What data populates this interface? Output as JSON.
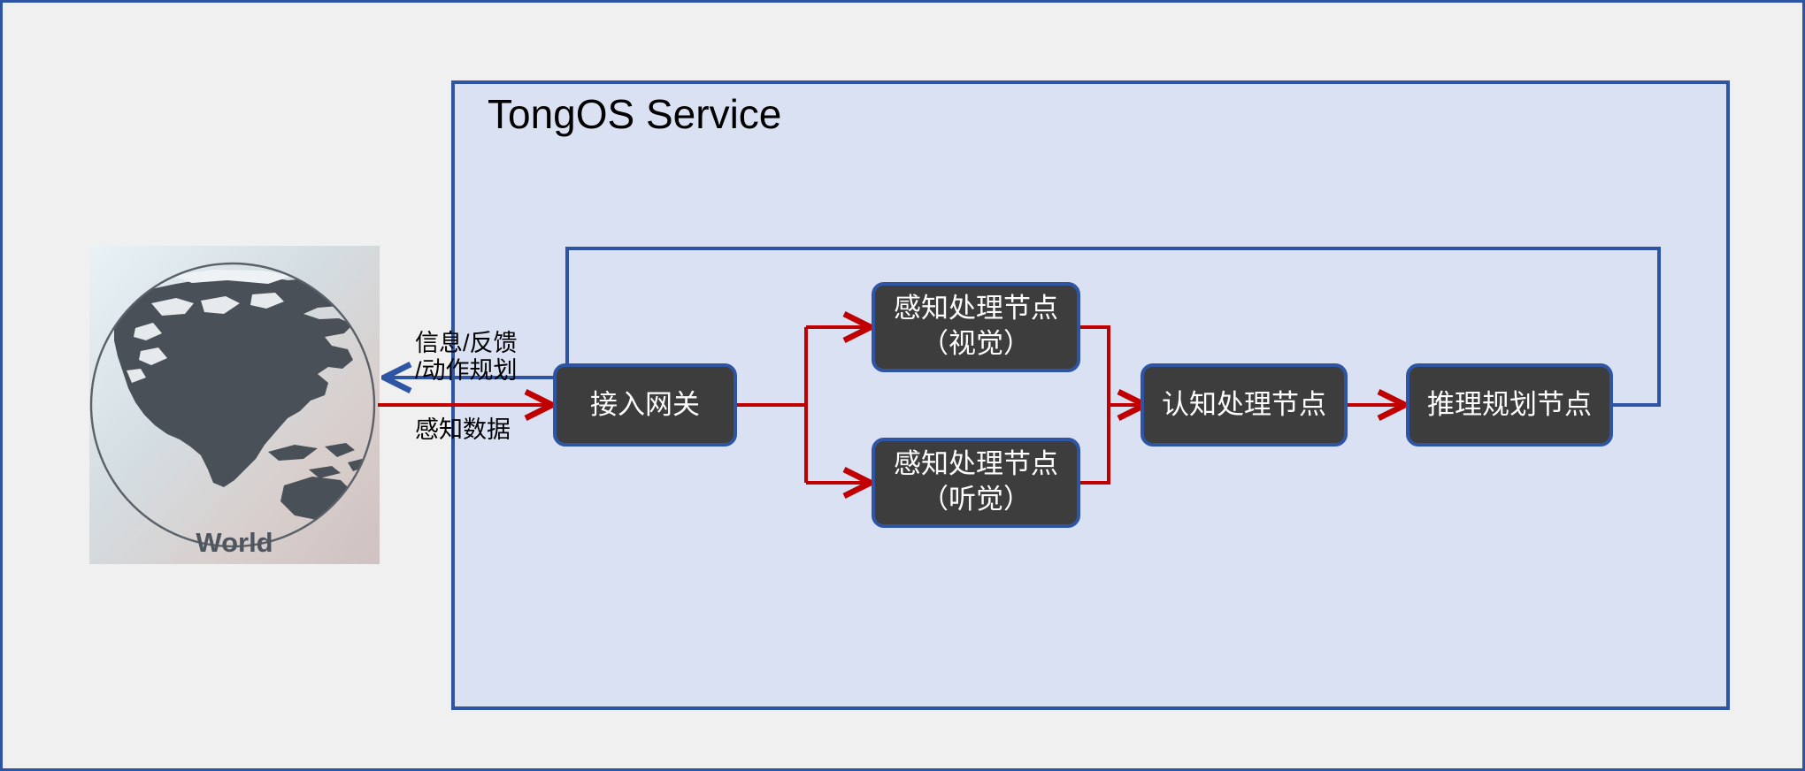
{
  "page": {
    "background_color": "#f0f0f0",
    "border_color": "#2e55a3"
  },
  "container": {
    "title": "TongOS Service",
    "fill_color": "#dae1f3",
    "border_color": "#2e55a3"
  },
  "world": {
    "label": "World",
    "icon": "globe-icon"
  },
  "nodes": [
    {
      "id": "access-gateway",
      "line1": "接入网关",
      "line2": "",
      "fill_color": "#3d3d3d",
      "border_color": "#2e55a3"
    },
    {
      "id": "perception-visual",
      "line1": "感知处理节点",
      "line2": "（视觉）",
      "fill_color": "#3d3d3d",
      "border_color": "#2e55a3"
    },
    {
      "id": "perception-auditory",
      "line1": "感知处理节点",
      "line2": "（听觉）",
      "fill_color": "#3d3d3d",
      "border_color": "#2e55a3"
    },
    {
      "id": "cognition",
      "line1": "认知处理节点",
      "line2": "",
      "fill_color": "#3d3d3d",
      "border_color": "#2e55a3"
    },
    {
      "id": "reasoning-planning",
      "line1": "推理规划节点",
      "line2": "",
      "fill_color": "#3d3d3d",
      "border_color": "#2e55a3"
    }
  ],
  "edges": {
    "feedback_label_line1": "信息/反馈",
    "feedback_label_line2": "/动作规划",
    "sensor_label": "感知数据",
    "data_flow_color": "#c00000",
    "feedback_flow_color": "#2e55a3"
  }
}
